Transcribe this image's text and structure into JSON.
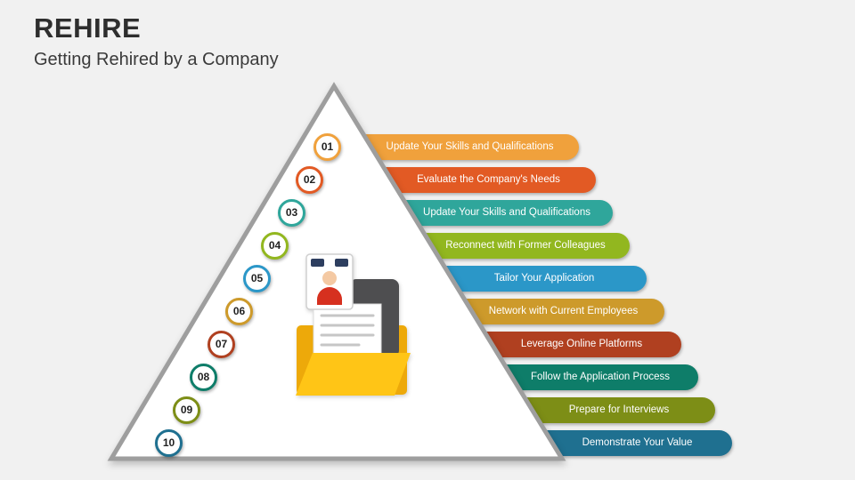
{
  "slide": {
    "title": "REHIRE",
    "subtitle": "Getting Rehired by a Company"
  },
  "pyramid": {
    "fill": "#ffffff",
    "border_color": "#9e9e9e",
    "center_icon": "folder-documents-id-badge-icon"
  },
  "steps": [
    {
      "num": "01",
      "label": "Update Your Skills and Qualifications",
      "color": "#F0A13C"
    },
    {
      "num": "02",
      "label": "Evaluate the Company's Needs",
      "color": "#E25A24"
    },
    {
      "num": "03",
      "label": "Update Your Skills and Qualifications",
      "color": "#2FA69B"
    },
    {
      "num": "04",
      "label": "Reconnect with Former Colleagues",
      "color": "#92B71F"
    },
    {
      "num": "05",
      "label": "Tailor Your Application",
      "color": "#2B97C8"
    },
    {
      "num": "06",
      "label": "Network with Current Employees",
      "color": "#CD9A2B"
    },
    {
      "num": "07",
      "label": "Leverage Online Platforms",
      "color": "#B04020"
    },
    {
      "num": "08",
      "label": "Follow the Application Process",
      "color": "#0E7D69"
    },
    {
      "num": "09",
      "label": "Prepare for Interviews",
      "color": "#7D8E16"
    },
    {
      "num": "10",
      "label": "Demonstrate Your Value",
      "color": "#1F7090"
    }
  ]
}
